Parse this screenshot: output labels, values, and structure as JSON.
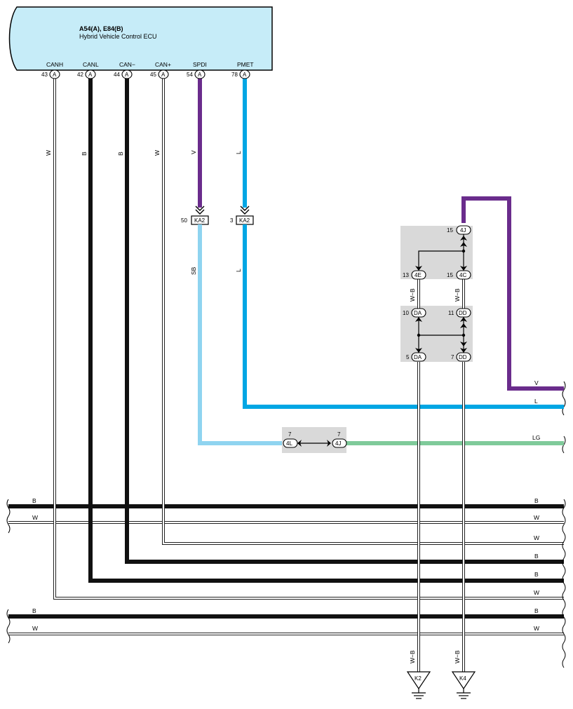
{
  "ecu": {
    "code": "A54(A), E84(B)",
    "name": "Hybrid Vehicle Control ECU",
    "pins": [
      {
        "signal": "CANH",
        "num": "43",
        "conn": "A",
        "wire": "W"
      },
      {
        "signal": "CANL",
        "num": "42",
        "conn": "A",
        "wire": "B"
      },
      {
        "signal": "CAN−",
        "num": "44",
        "conn": "A",
        "wire": "B"
      },
      {
        "signal": "CAN+",
        "num": "45",
        "conn": "A",
        "wire": "W"
      },
      {
        "signal": "SPDI",
        "num": "54",
        "conn": "A",
        "wire": "V"
      },
      {
        "signal": "PMET",
        "num": "78",
        "conn": "A",
        "wire": "L"
      }
    ]
  },
  "ka2": [
    {
      "num": "50",
      "label": "KA2",
      "wire_after": "SB"
    },
    {
      "num": "3",
      "label": "KA2",
      "wire_after": "L"
    }
  ],
  "junctions": {
    "j4j_top": {
      "num": "15",
      "label": "4J"
    },
    "j4e": {
      "num": "13",
      "label": "4E",
      "wire": "W−B"
    },
    "j4c": {
      "num": "15",
      "label": "4C",
      "wire": "W−B"
    },
    "jda_top": {
      "num": "10",
      "label": "DA"
    },
    "jdd_top": {
      "num": "11",
      "label": "DD"
    },
    "jda_bot": {
      "num": "5",
      "label": "DA"
    },
    "jdd_bot": {
      "num": "7",
      "label": "DD"
    },
    "j4l": {
      "num": "7",
      "label": "4L"
    },
    "j4j_mid": {
      "num": "7",
      "label": "4J"
    }
  },
  "right_wires": [
    "V",
    "L",
    "LG"
  ],
  "bus": [
    {
      "left": "B",
      "right": "B"
    },
    {
      "left": "W",
      "right": "W"
    },
    {
      "left": "",
      "right": "W"
    },
    {
      "left": "",
      "right": "B"
    },
    {
      "left": "",
      "right": "B"
    },
    {
      "left": "",
      "right": "W"
    },
    {
      "left": "B",
      "right": "B"
    },
    {
      "left": "W",
      "right": "W"
    }
  ],
  "grounds": [
    {
      "label": "K2",
      "wire": "W−B"
    },
    {
      "label": "K4",
      "wire": "W−B"
    }
  ],
  "colors": {
    "ecu_fill": "#c6ecf8",
    "black": "#111111",
    "violet": "#6a2c8c",
    "blue": "#00a6e4",
    "skyblue": "#8fd4f0",
    "lightgreen": "#7fca9a",
    "junction_fill": "#d9d9d9"
  }
}
